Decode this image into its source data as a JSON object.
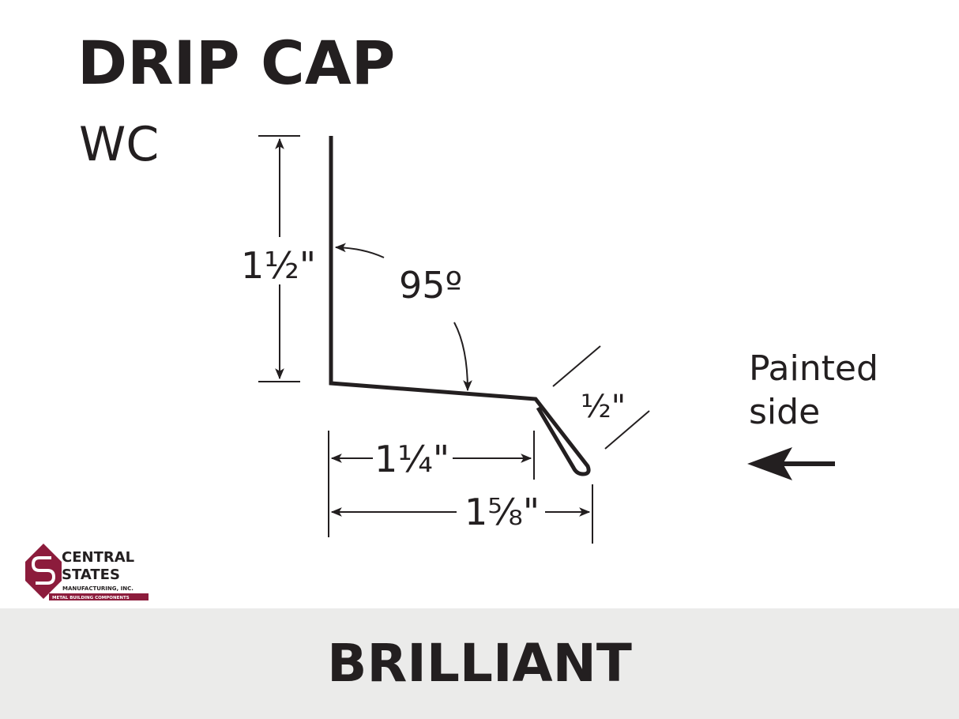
{
  "title": "DRIP CAP",
  "subtitle": "WC",
  "dimensions": {
    "height": "1½\"",
    "angle": "95º",
    "lip": "½\"",
    "width_inner": "1¼\"",
    "width_total": "1⅝\""
  },
  "painted_side": {
    "line1": "Painted",
    "line2": "side",
    "icon": "arrow-left-icon"
  },
  "logo": {
    "line1": "CENTRAL",
    "line2": "STATES",
    "line3": "MANUFACTURING, INC.",
    "tagline": "METAL BUILDING COMPONENTS"
  },
  "footer": {
    "color_name": "BRILLIANT"
  },
  "colors": {
    "ink": "#231f20",
    "brand": "#8c1c3c",
    "footer_bg": "#ebebea"
  }
}
